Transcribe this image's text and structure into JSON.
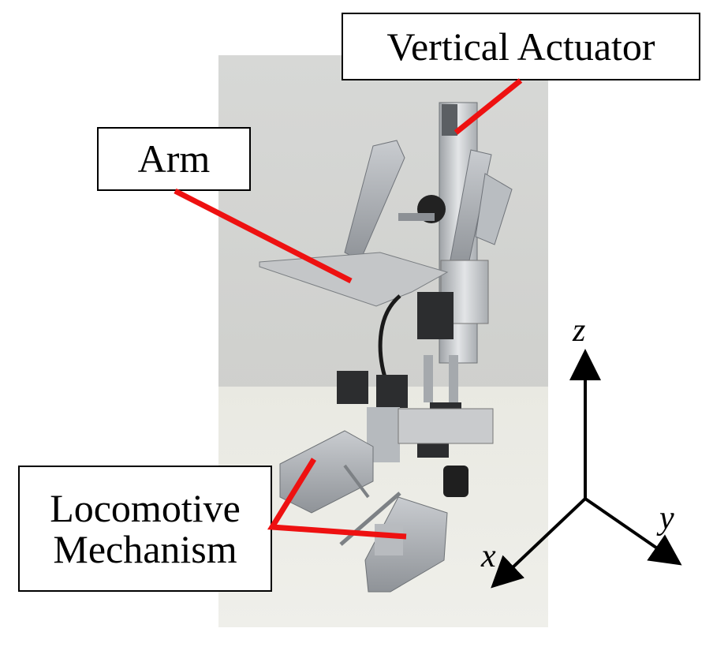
{
  "labels": {
    "vertical_actuator": "Vertical Actuator",
    "arm": "Arm",
    "locomotive_line1": "Locomotive",
    "locomotive_line2": "Mechanism"
  },
  "axes": {
    "z": "z",
    "y": "y",
    "x": "x"
  },
  "colors": {
    "pointer": "#ee1111",
    "axis": "#000000",
    "backdrop": "#d9d9d6",
    "floor": "#e8e8e0"
  }
}
